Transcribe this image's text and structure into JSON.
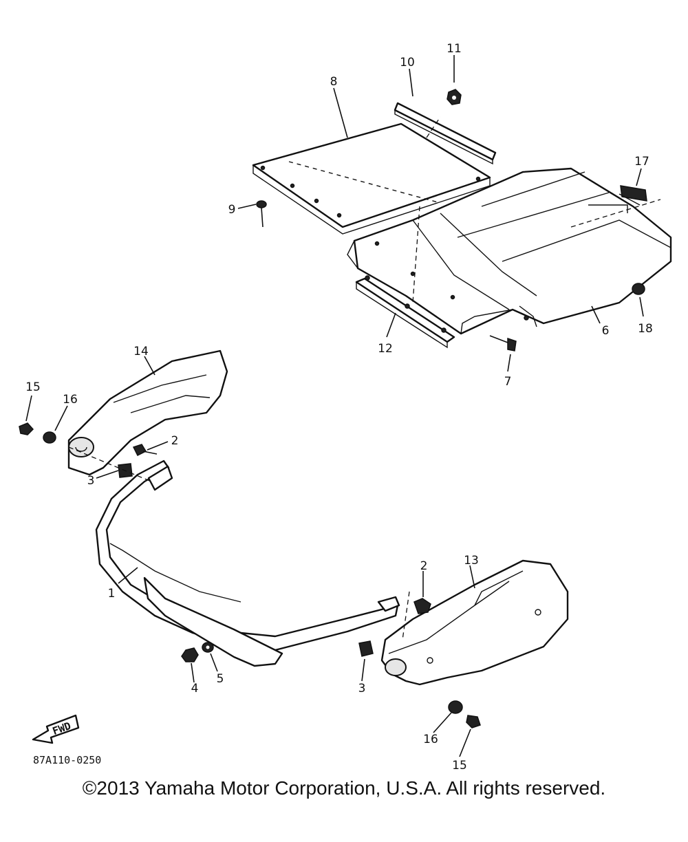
{
  "diagram_code": "87A110-0250",
  "fwd_label": "FWD",
  "copyright": "©2013 Yamaha Motor Corporation, U.S.A. All rights reserved.",
  "callouts": {
    "c1": "1",
    "c2a": "2",
    "c2b": "2",
    "c3a": "3",
    "c3b": "3",
    "c4": "4",
    "c5": "5",
    "c6": "6",
    "c7": "7",
    "c8": "8",
    "c9": "9",
    "c10": "10",
    "c11": "11",
    "c12": "12",
    "c13": "13",
    "c14": "14",
    "c15a": "15",
    "c15b": "15",
    "c16a": "16",
    "c16b": "16",
    "c17": "17",
    "c18": "18"
  }
}
